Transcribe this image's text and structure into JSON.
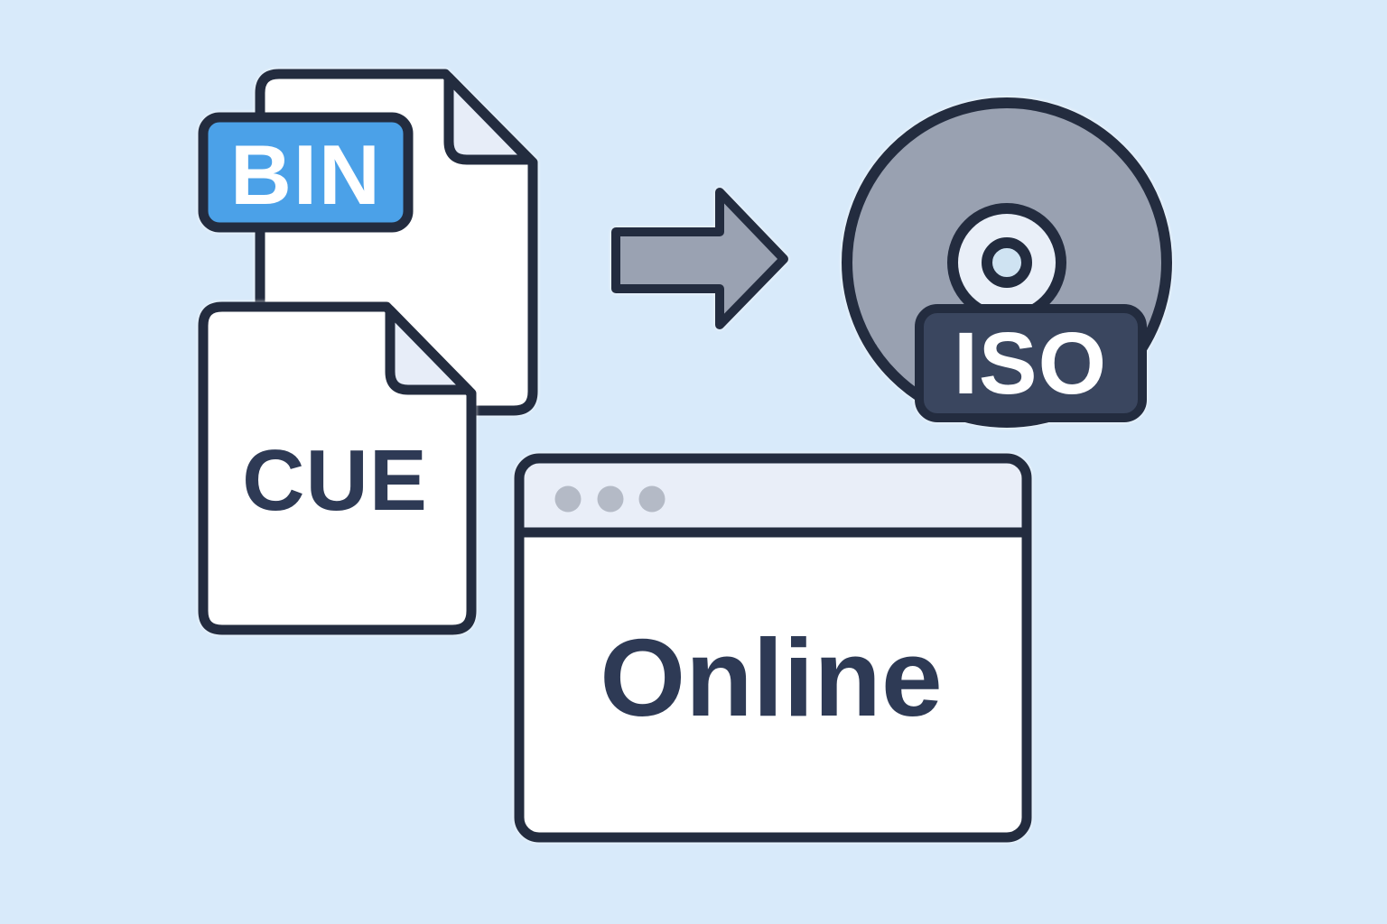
{
  "background_color": "#d8eafa",
  "outline_color": "#232c3f",
  "bin_file": {
    "badge_label": "BIN",
    "badge_fill": "#4ba1e8",
    "badge_text_color": "#ffffff",
    "page_fill": "#ffffff",
    "fold_fill": "#e7edf8"
  },
  "cue_file": {
    "label": "CUE",
    "label_color": "#2e3a55",
    "page_fill": "#ffffff",
    "fold_fill": "#e7edf8"
  },
  "arrow": {
    "direction": "right",
    "fill": "#9aa2b2"
  },
  "disc": {
    "badge_label": "ISO",
    "badge_fill": "#3a465f",
    "badge_text_color": "#ffffff",
    "body_fill": "#99a1b1",
    "ring_fill": "#e9eff8",
    "hole_fill": "#cfe3f2"
  },
  "browser": {
    "label": "Online",
    "label_color": "#2e3a55",
    "body_fill": "#ffffff",
    "titlebar_fill": "#e9eef8",
    "dot_fill": "#b4bac6",
    "dot_count": 3
  }
}
